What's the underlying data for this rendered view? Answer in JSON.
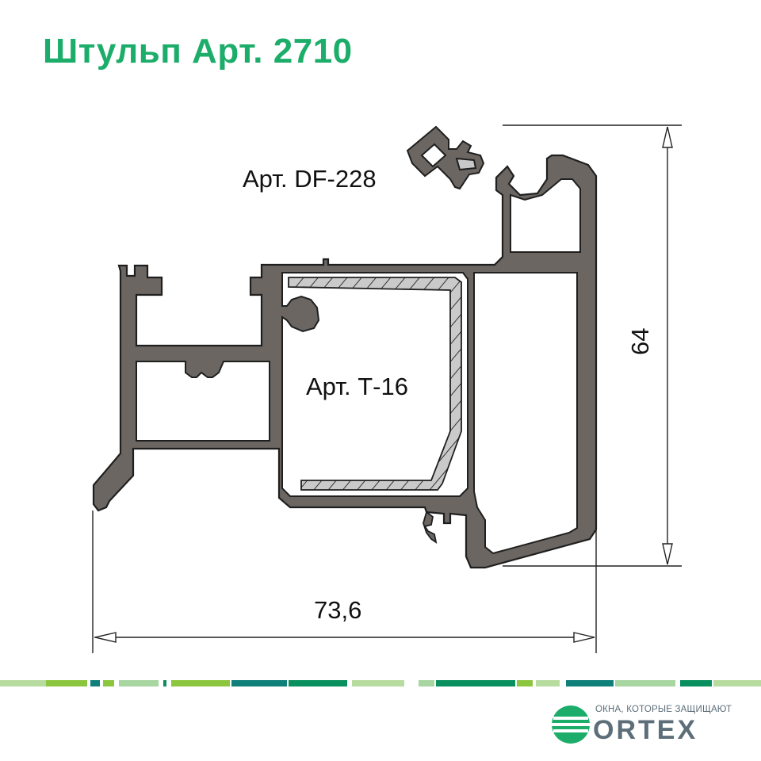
{
  "title": "Штульп Арт. 2710",
  "labels": {
    "gasket": "Арт. DF-228",
    "insert": "Арт. Т-16"
  },
  "dimensions": {
    "height": "64",
    "width": "73,6"
  },
  "logo": {
    "tagline": "ОКНА, КОТОРЫЕ ЗАЩИЩАЮТ",
    "brand": "ORTEX"
  },
  "colors": {
    "title": "#1dad6a",
    "profile_fill": "#6b6661",
    "profile_stroke": "#1f1f1f",
    "insert_fill": "#c8c8c8",
    "stripe_green_dark": "#0a8f5e",
    "stripe_green_light": "#8cc63f",
    "stripe_teal": "#0f7f7a"
  }
}
